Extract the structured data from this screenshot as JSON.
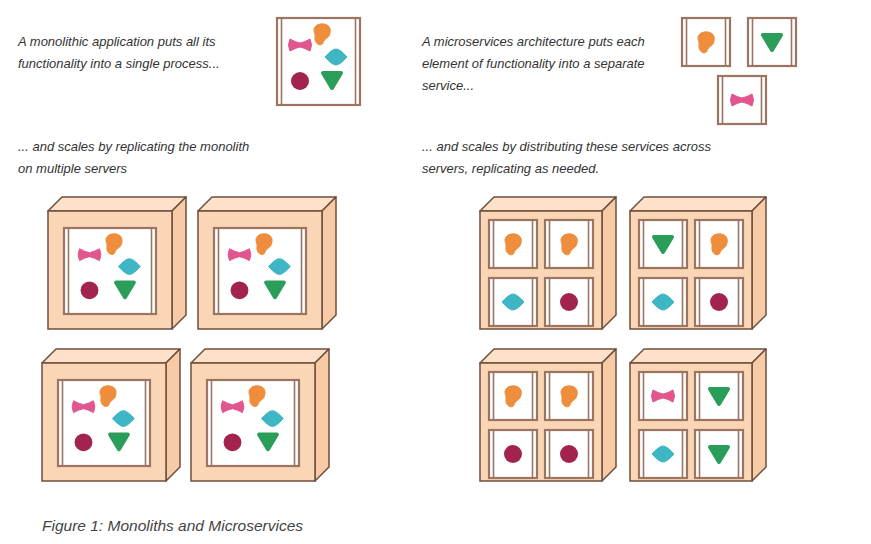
{
  "diagram": {
    "caption": "Figure 1: Monoliths and Microservices",
    "labels": [
      "A monolithic application puts all its functionality into a single process...",
      "A microservices architecture puts each element of functionality into a separate service...",
      "... and scales by replicating the monolith on multiple servers",
      "... and scales by distributing these services across servers, replicating as needed."
    ]
  }
}
